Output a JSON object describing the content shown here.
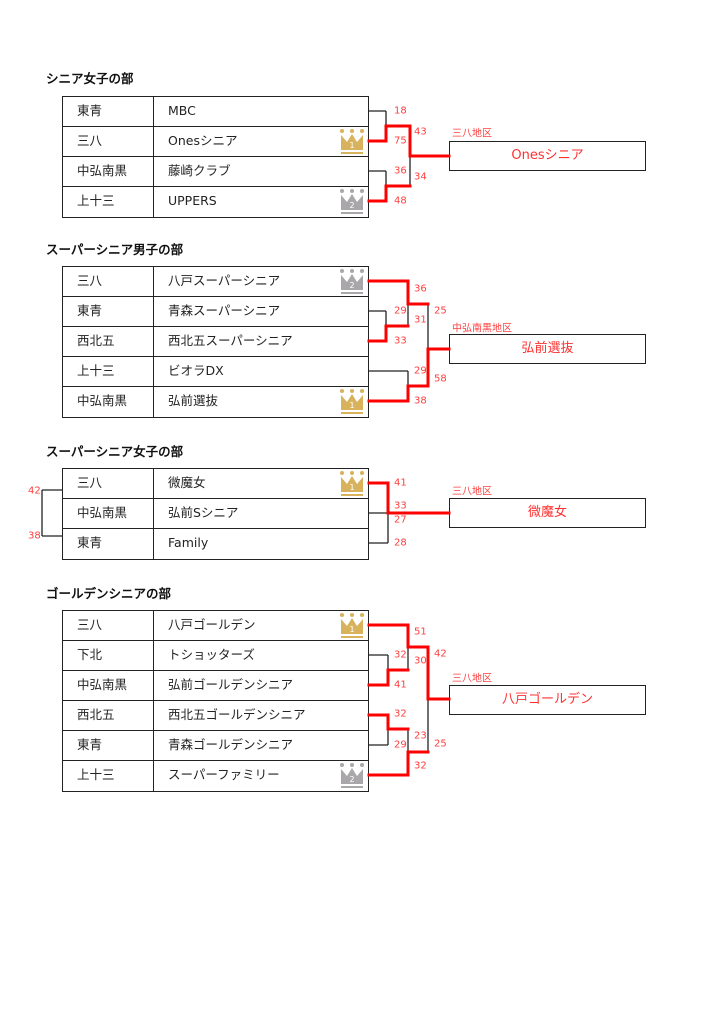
{
  "colors": {
    "win_line": "#ff0000",
    "line": "#222222",
    "score": "#ff4040",
    "gold": "#d8b25c",
    "silver": "#a9a7aa"
  },
  "sections": [
    {
      "title": "シニア女子の部",
      "rows": [
        {
          "region": "東青",
          "team": "MBC",
          "crown": null
        },
        {
          "region": "三八",
          "team": "Onesシニア",
          "crown": "1"
        },
        {
          "region": "中弘南黒",
          "team": "藤崎クラブ",
          "crown": null
        },
        {
          "region": "上十三",
          "team": "UPPERS",
          "crown": "2"
        }
      ],
      "scores": [
        "18",
        "75",
        "43",
        "36",
        "48",
        "34"
      ],
      "region_label": "三八地区",
      "winner": "Onesシニア"
    },
    {
      "title": "スーパーシニア男子の部",
      "rows": [
        {
          "region": "三八",
          "team": "八戸スーパーシニア",
          "crown": "2"
        },
        {
          "region": "東青",
          "team": "青森スーパーシニア",
          "crown": null
        },
        {
          "region": "西北五",
          "team": "西北五スーパーシニア",
          "crown": null
        },
        {
          "region": "上十三",
          "team": "ビオラDX",
          "crown": null
        },
        {
          "region": "中弘南黒",
          "team": "弘前選抜",
          "crown": "1"
        }
      ],
      "scores": [
        "36",
        "25",
        "29",
        "31",
        "33",
        "29",
        "58",
        "38"
      ],
      "region_label": "中弘南黒地区",
      "winner": "弘前選抜"
    },
    {
      "title": "スーパーシニア女子の部",
      "rows": [
        {
          "region": "三八",
          "team": "微魔女",
          "crown": "1"
        },
        {
          "region": "中弘南黒",
          "team": "弘前Sシニア",
          "crown": null
        },
        {
          "region": "東青",
          "team": "Family",
          "crown": null
        }
      ],
      "scores": [
        "42",
        "38",
        "41",
        "33",
        "27",
        "28"
      ],
      "region_label": "三八地区",
      "winner": "微魔女"
    },
    {
      "title": "ゴールデンシニアの部",
      "rows": [
        {
          "region": "三八",
          "team": "八戸ゴールデン",
          "crown": "1"
        },
        {
          "region": "下北",
          "team": "トショッターズ",
          "crown": null
        },
        {
          "region": "中弘南黒",
          "team": "弘前ゴールデンシニア",
          "crown": null
        },
        {
          "region": "西北五",
          "team": "西北五ゴールデンシニア",
          "crown": null
        },
        {
          "region": "東青",
          "team": "青森ゴールデンシニア",
          "crown": null
        },
        {
          "region": "上十三",
          "team": "スーパーファミリー",
          "crown": "2"
        }
      ],
      "scores": [
        "51",
        "42",
        "32",
        "30",
        "41",
        "32",
        "23",
        "29",
        "25",
        "32"
      ],
      "region_label": "三八地区",
      "winner": "八戸ゴールデン"
    }
  ]
}
